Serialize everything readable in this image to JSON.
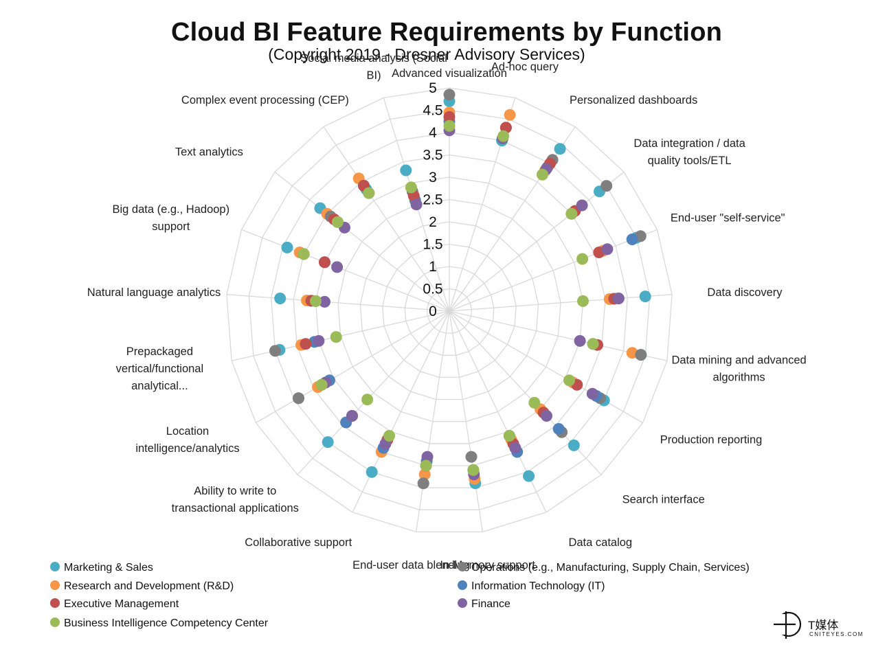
{
  "chart_data": {
    "type": "radar",
    "title": "Cloud BI Feature Requirements by Function",
    "subtitle": "(Copyright 2019 - Dresner Advisory Services)",
    "rlim": [
      0,
      5
    ],
    "ticks": [
      "0",
      "0.5",
      "1",
      "1.5",
      "2",
      "2.5",
      "3",
      "3.5",
      "4",
      "4.5",
      "5"
    ],
    "grid": true,
    "legend_position": "bottom",
    "categories": [
      "Advanced visualization",
      "Ad-hoc query",
      "Personalized dashboards",
      "Data integration / data quality tools/ETL",
      "End-user \"self-service\"",
      "Data discovery",
      "Data mining and advanced algorithms",
      "Production reporting",
      "Search interface",
      "Data catalog",
      "In-Memory support",
      "End-user data blending",
      "Collaborative support",
      "Ability to write to transactional applications",
      "Location intelligence/analytics",
      "Prepackaged vertical/functional analytical...",
      "Natural language analytics",
      "Big data (e.g., Hadoop) support",
      "Text analytics",
      "Complex event processing (CEP)",
      "Social media analysis (Social BI)"
    ],
    "series": [
      {
        "name": "Marketing & Sales",
        "color": "#4bacc6",
        "values": [
          4.7,
          4.0,
          4.4,
          4.3,
          4.5,
          4.4,
          4.4,
          4.0,
          4.1,
          4.1,
          3.9,
          3.9,
          4.0,
          4.0,
          3.9,
          3.9,
          3.8,
          3.9,
          3.7,
          3.3,
          3.3
        ]
      },
      {
        "name": "Research and Development (R&D)",
        "color": "#f79646",
        "values": [
          4.45,
          4.6,
          3.8,
          3.5,
          3.7,
          3.6,
          4.2,
          3.2,
          3.0,
          3.2,
          3.8,
          3.7,
          3.5,
          3.4,
          3.4,
          3.4,
          3.2,
          3.6,
          3.5,
          3.6,
          2.9
        ]
      },
      {
        "name": "Operations (e.g., Manufacturing, Supply Chain, Services)",
        "color": "#7f7f7f",
        "values": [
          4.85,
          4.3,
          4.1,
          4.5,
          4.6,
          3.8,
          4.4,
          3.9,
          3.7,
          3.1,
          3.3,
          3.9,
          3.2,
          3.2,
          3.9,
          4.0,
          3.0,
          3.5,
          3.4,
          3.4,
          2.8
        ]
      },
      {
        "name": "Information Technology (IT)",
        "color": "#4f81bd",
        "values": [
          4.25,
          4.05,
          3.9,
          3.5,
          4.4,
          3.8,
          3.3,
          3.8,
          3.6,
          3.5,
          3.6,
          3.4,
          3.4,
          3.4,
          3.1,
          3.1,
          3.1,
          3.0,
          3.2,
          3.4,
          2.6
        ]
      },
      {
        "name": "Executive Management",
        "color": "#c0504d",
        "values": [
          4.35,
          4.3,
          4.0,
          3.6,
          3.6,
          3.7,
          3.4,
          3.3,
          3.1,
          3.3,
          3.6,
          3.5,
          3.2,
          3.2,
          3.3,
          3.3,
          3.1,
          3.0,
          3.3,
          3.4,
          2.7
        ]
      },
      {
        "name": "Finance",
        "color": "#8064a2",
        "values": [
          4.05,
          4.05,
          3.85,
          3.8,
          3.8,
          3.8,
          3.0,
          3.7,
          3.2,
          3.4,
          3.7,
          3.3,
          3.3,
          3.2,
          3.2,
          3.0,
          2.8,
          2.7,
          3.0,
          3.2,
          2.5
        ]
      },
      {
        "name": "Business Intelligence Competency Center",
        "color": "#9bbb59",
        "values": [
          4.15,
          4.1,
          3.7,
          3.5,
          3.2,
          3.0,
          3.3,
          3.1,
          2.8,
          3.1,
          3.6,
          3.5,
          3.1,
          2.7,
          3.3,
          2.6,
          3.0,
          3.5,
          3.2,
          3.2,
          2.9
        ]
      }
    ]
  },
  "legend": [
    {
      "label": "Marketing & Sales",
      "color": "#4bacc6"
    },
    {
      "label": "Research and Development (R&D)",
      "color": "#f79646"
    },
    {
      "label": "Executive Management",
      "color": "#c0504d"
    },
    {
      "label": "Business Intelligence Competency Center",
      "color": "#9bbb59"
    },
    {
      "label": "Operations (e.g., Manufacturing, Supply Chain, Services)",
      "color": "#7f7f7f"
    },
    {
      "label": "Information Technology (IT)",
      "color": "#4f81bd"
    },
    {
      "label": "Finance",
      "color": "#8064a2"
    }
  ],
  "watermark": {
    "name": "T媒体",
    "site": "CNITEYES.COM"
  }
}
